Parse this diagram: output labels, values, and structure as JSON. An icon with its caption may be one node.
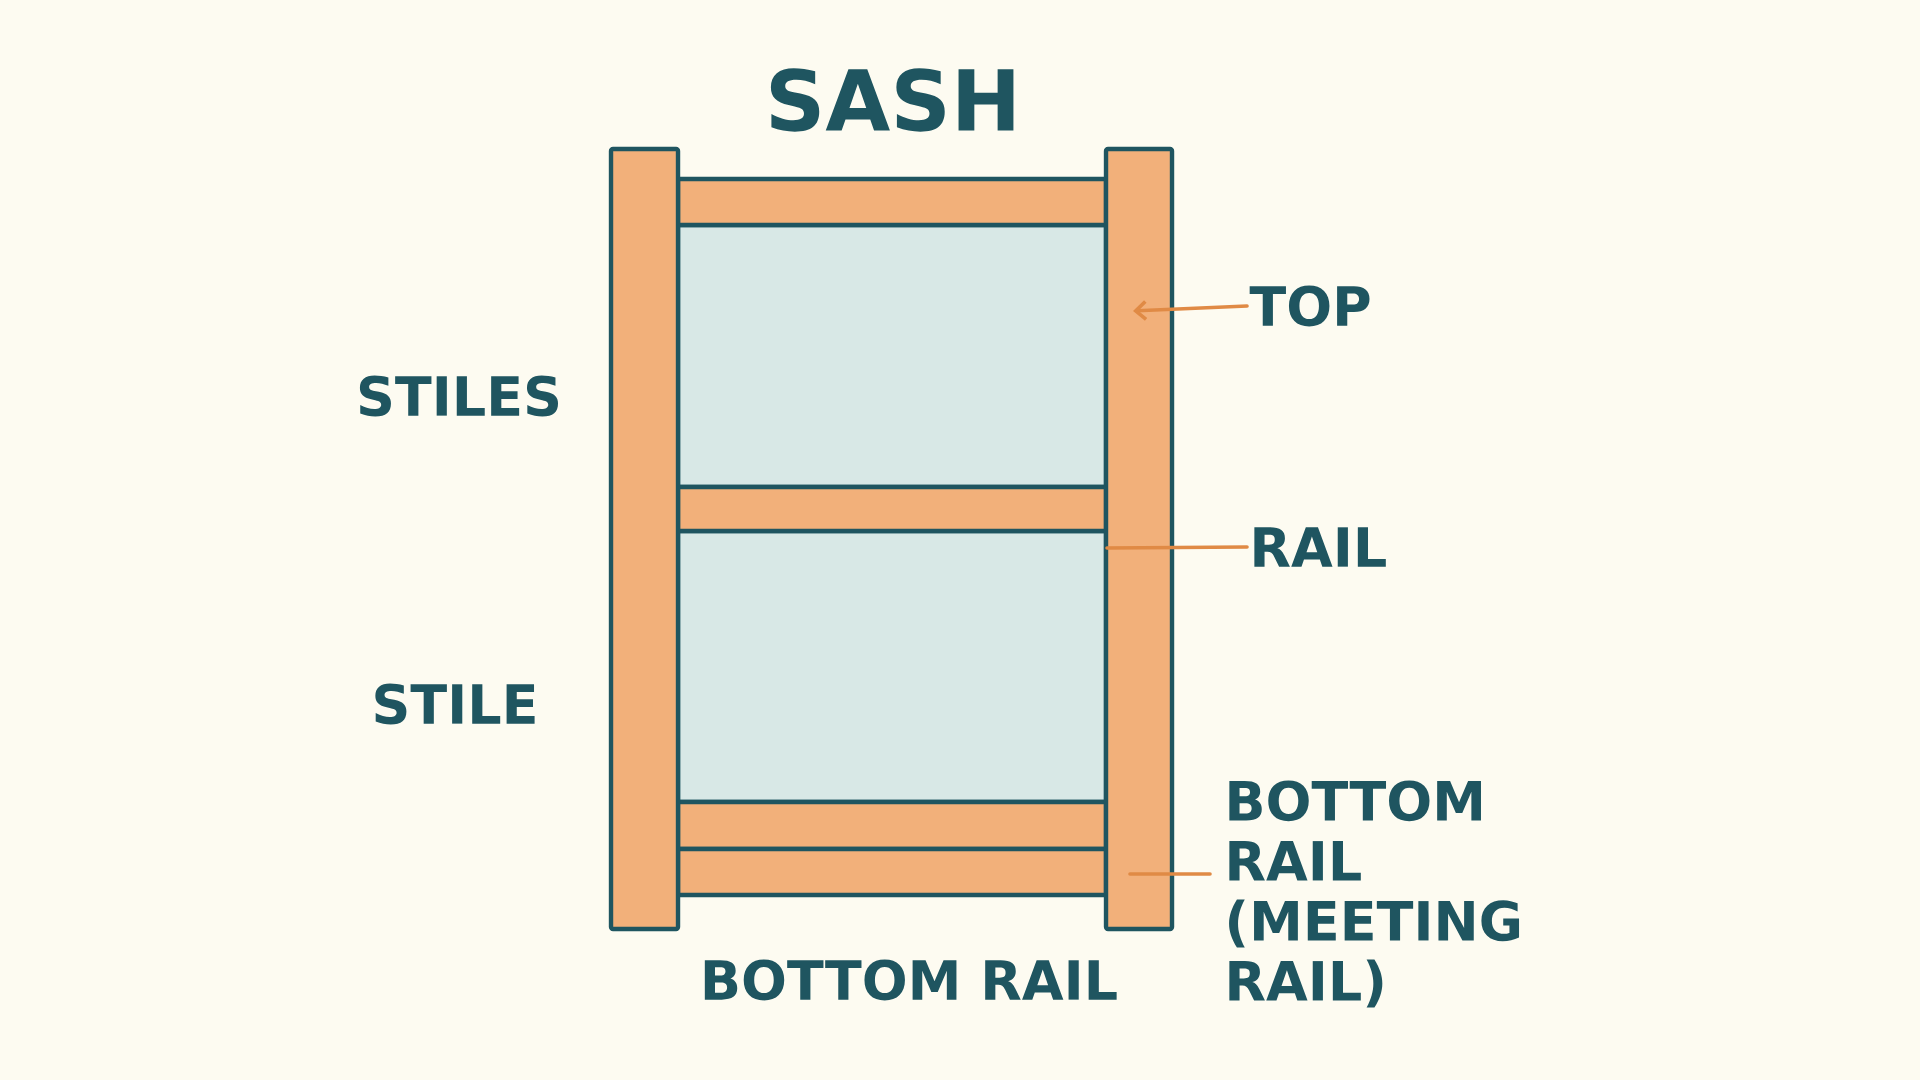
{
  "diagram": {
    "title": "SASH",
    "nodes": [
      {
        "text": [
          "TOP"
        ]
      },
      {
        "text": [
          "RAIL"
        ]
      },
      {
        "text": [
          "BOTTOM RAIL (MEETING RAIL)"
        ]
      }
    ],
    "edges": [
      {
        "from": 0,
        "to": null,
        "arrow": "to"
      },
      {
        "from": 1,
        "to": null,
        "arrow": "none"
      },
      {
        "from": 2,
        "to": null,
        "arrow": "none"
      }
    ],
    "labels": [
      "STILES",
      "STILE",
      "BOTTOM RAIL"
    ]
  }
}
